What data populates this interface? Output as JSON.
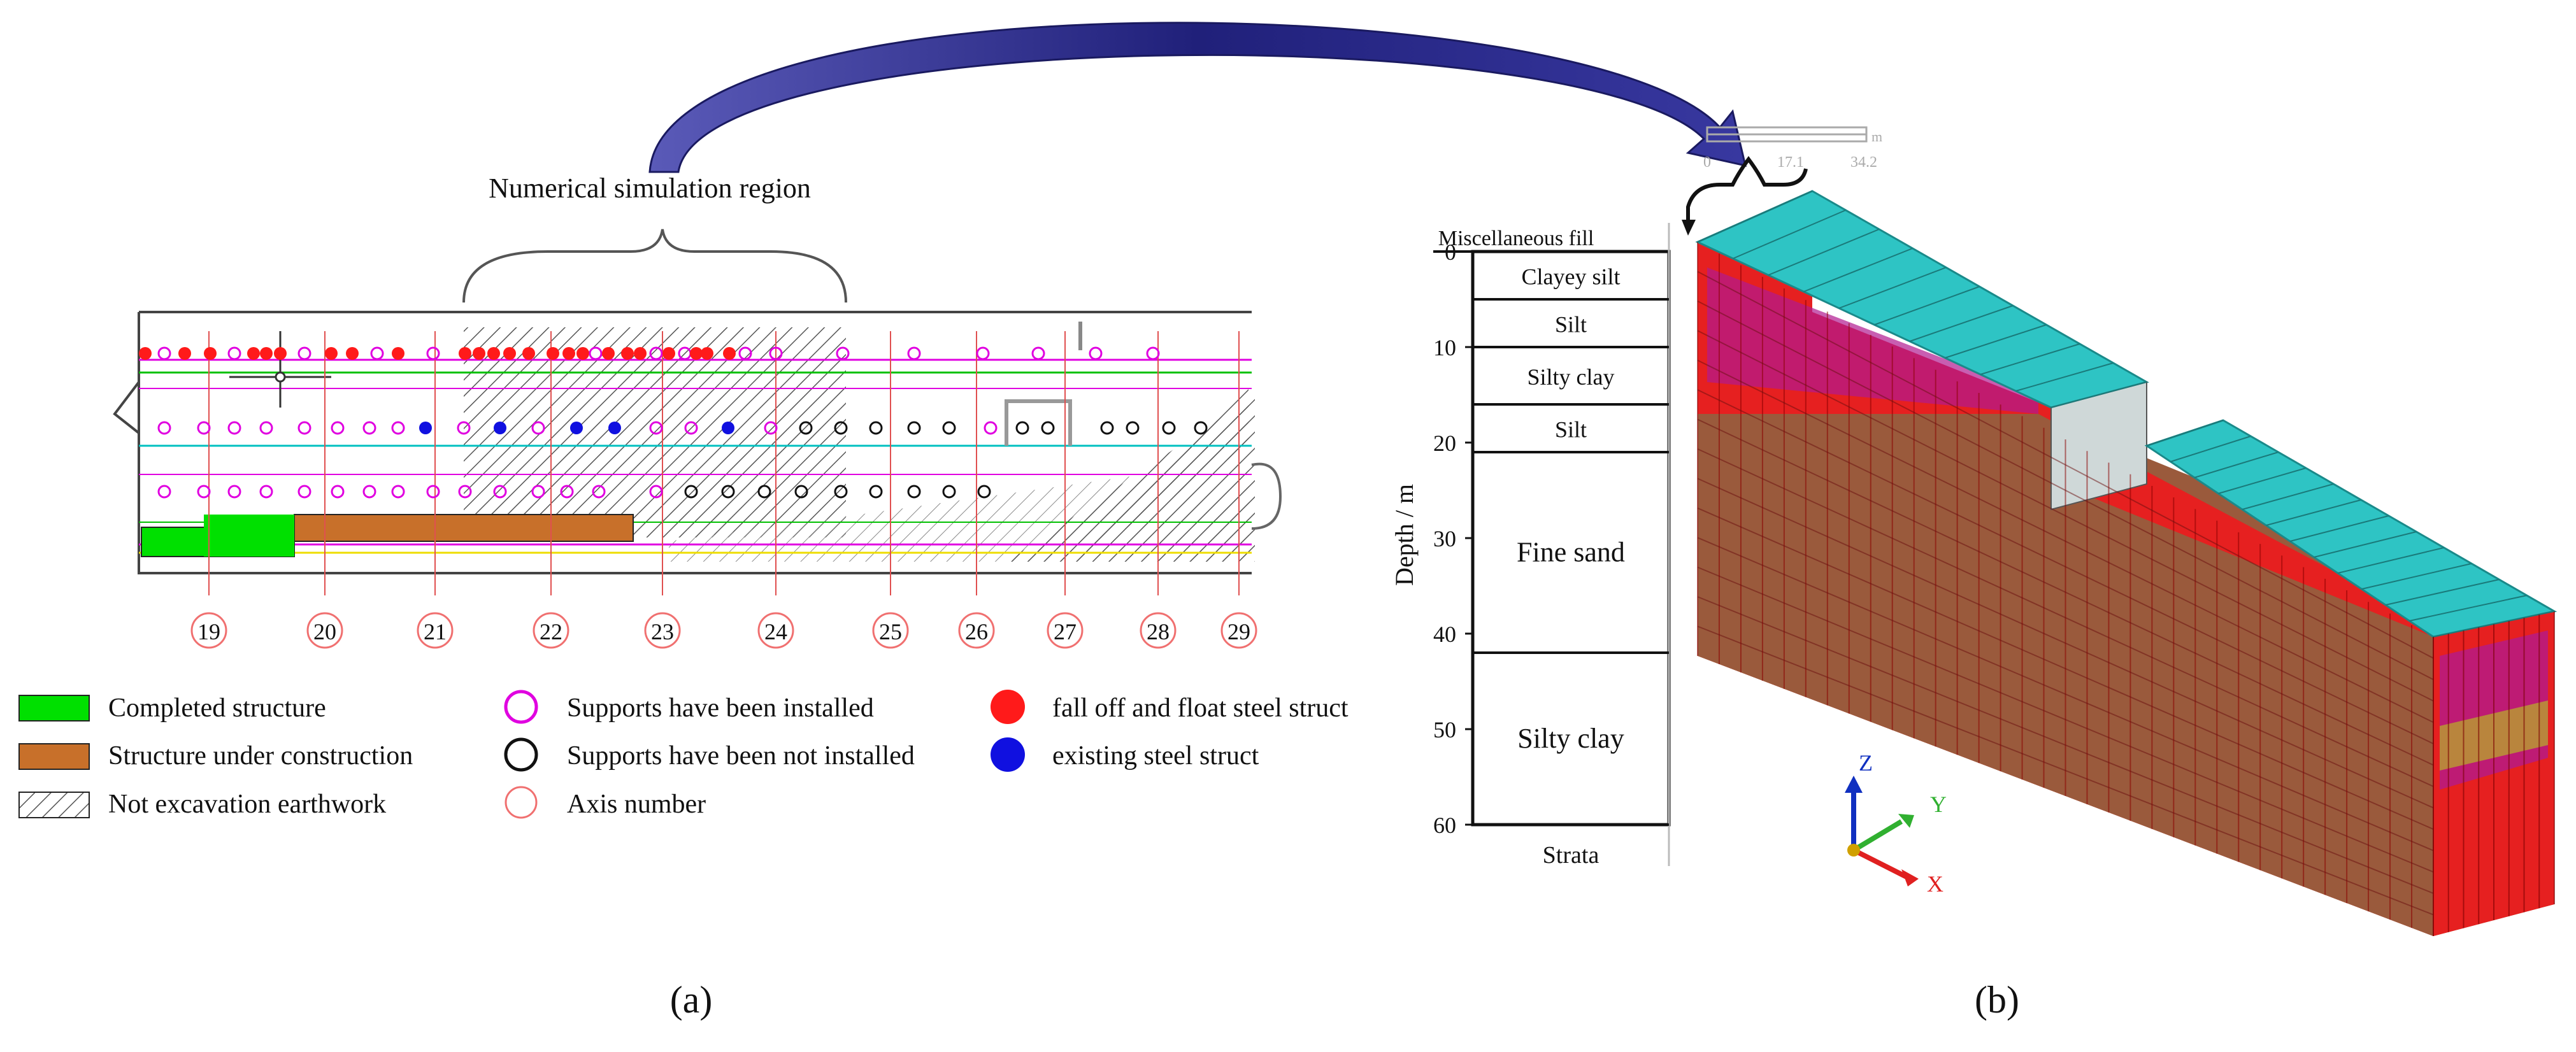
{
  "panel_a": {
    "region_label": "Numerical simulation region",
    "axis_numbers": [
      "19",
      "20",
      "21",
      "22",
      "23",
      "24",
      "25",
      "26",
      "27",
      "28",
      "29"
    ],
    "legend": {
      "completed": "Completed structure",
      "under_construction": "Structure under construction",
      "not_excavated": "Not excavation earthwork",
      "supports_installed": "Supports have been installed",
      "supports_not_installed": "Supports have been not installed",
      "axis_number": "Axis number",
      "fall_off": "fall off and float steel struct",
      "existing": "existing steel struct"
    },
    "caption": "(a)"
  },
  "panel_b": {
    "strata_column": {
      "ylabel": "Depth / m",
      "ticks": [
        "0",
        "10",
        "20",
        "30",
        "40",
        "50",
        "60"
      ],
      "bottom_label": "Strata",
      "layers": [
        {
          "name": "Miscellaneous fill",
          "from": 0,
          "to": 0
        },
        {
          "name": "Clayey silt",
          "from": 0,
          "to": 5
        },
        {
          "name": "Silt",
          "from": 5,
          "to": 10
        },
        {
          "name": "Silty clay",
          "from": 10,
          "to": 16
        },
        {
          "name": "Silt",
          "from": 16,
          "to": 21
        },
        {
          "name": "Fine sand",
          "from": 21,
          "to": 42
        },
        {
          "name": "Silty clay",
          "from": 42,
          "to": 60
        }
      ]
    },
    "scale_bar": {
      "ticks": [
        "0",
        "17.1",
        "34.2"
      ],
      "unit": "m"
    },
    "triad": {
      "z": "Z",
      "y": "Y",
      "x": "X"
    },
    "caption": "(b)"
  },
  "colors": {
    "completed": "#00e000",
    "under_construction": "#c8702a",
    "installed_ring": "#e000e0",
    "not_installed_ring": "#111111",
    "axis_ring": "#f07070",
    "fall_off": "#ff1a1a",
    "existing": "#1010e0",
    "arrow": "#2a2a90",
    "model_red": "#e62020",
    "model_teal": "#2ec4c4"
  }
}
